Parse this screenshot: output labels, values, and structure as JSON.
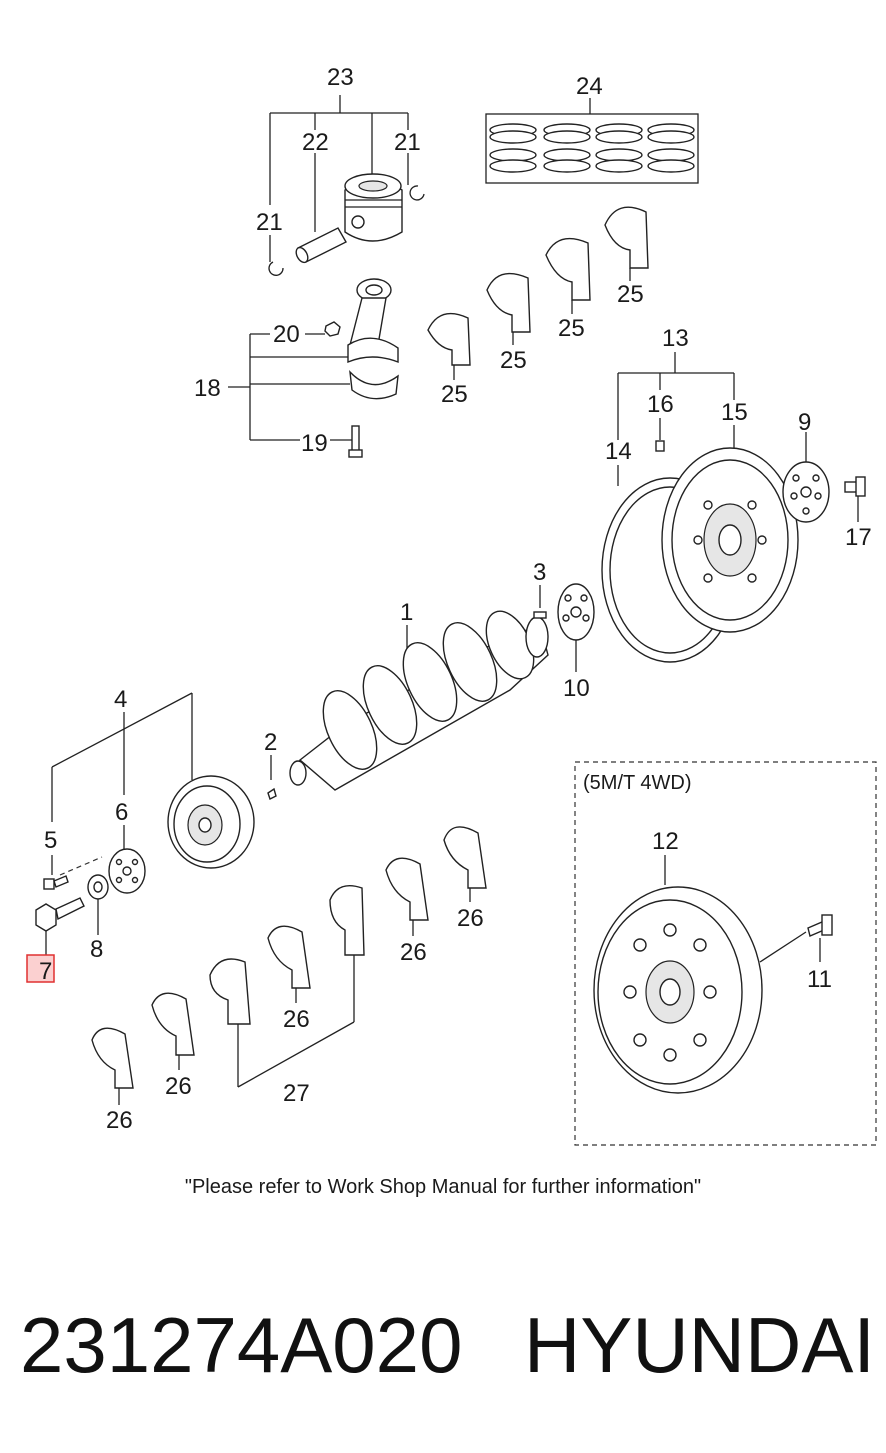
{
  "diagram": {
    "callouts": {
      "c1": "1",
      "c2": "2",
      "c3": "3",
      "c4": "4",
      "c5": "5",
      "c6": "6",
      "c7": "7",
      "c8": "8",
      "c9": "9",
      "c10": "10",
      "c11": "11",
      "c12": "12",
      "c13": "13",
      "c14": "14",
      "c15": "15",
      "c16": "16",
      "c17": "17",
      "c18": "18",
      "c19": "19",
      "c20": "20",
      "c21a": "21",
      "c21b": "21",
      "c22": "22",
      "c23": "23",
      "c24": "24",
      "c25a": "25",
      "c25b": "25",
      "c25c": "25",
      "c25d": "25",
      "c26a": "26",
      "c26b": "26",
      "c26c": "26",
      "c26d": "26",
      "c26e": "26",
      "c27": "27"
    },
    "variant_label": "(5M/T 4WD)",
    "highlight_color": "#e03030"
  },
  "footer": {
    "note": "\"Please refer to Work Shop Manual for further information\"",
    "part_number": "231274A020",
    "brand": "HYUNDAI"
  }
}
